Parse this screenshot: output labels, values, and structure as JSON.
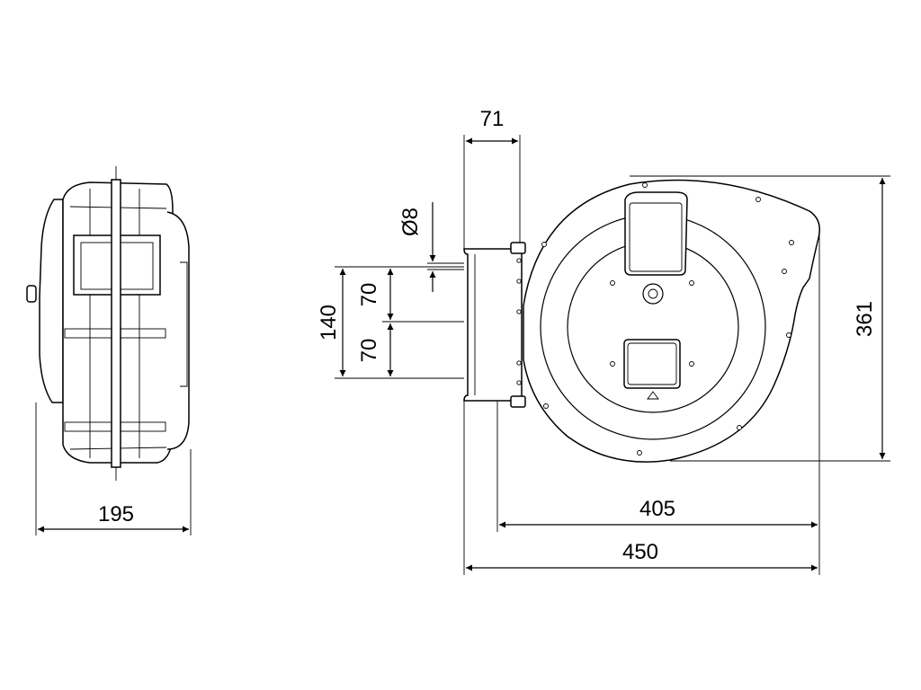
{
  "dimensions": {
    "side_width": "195",
    "bracket_depth": "71",
    "hole_diameter": "Ø8",
    "hole_spacing_total": "140",
    "hole_spacing_upper": "70",
    "hole_spacing_lower": "70",
    "height": "361",
    "body_width": "405",
    "overall_width": "450"
  }
}
